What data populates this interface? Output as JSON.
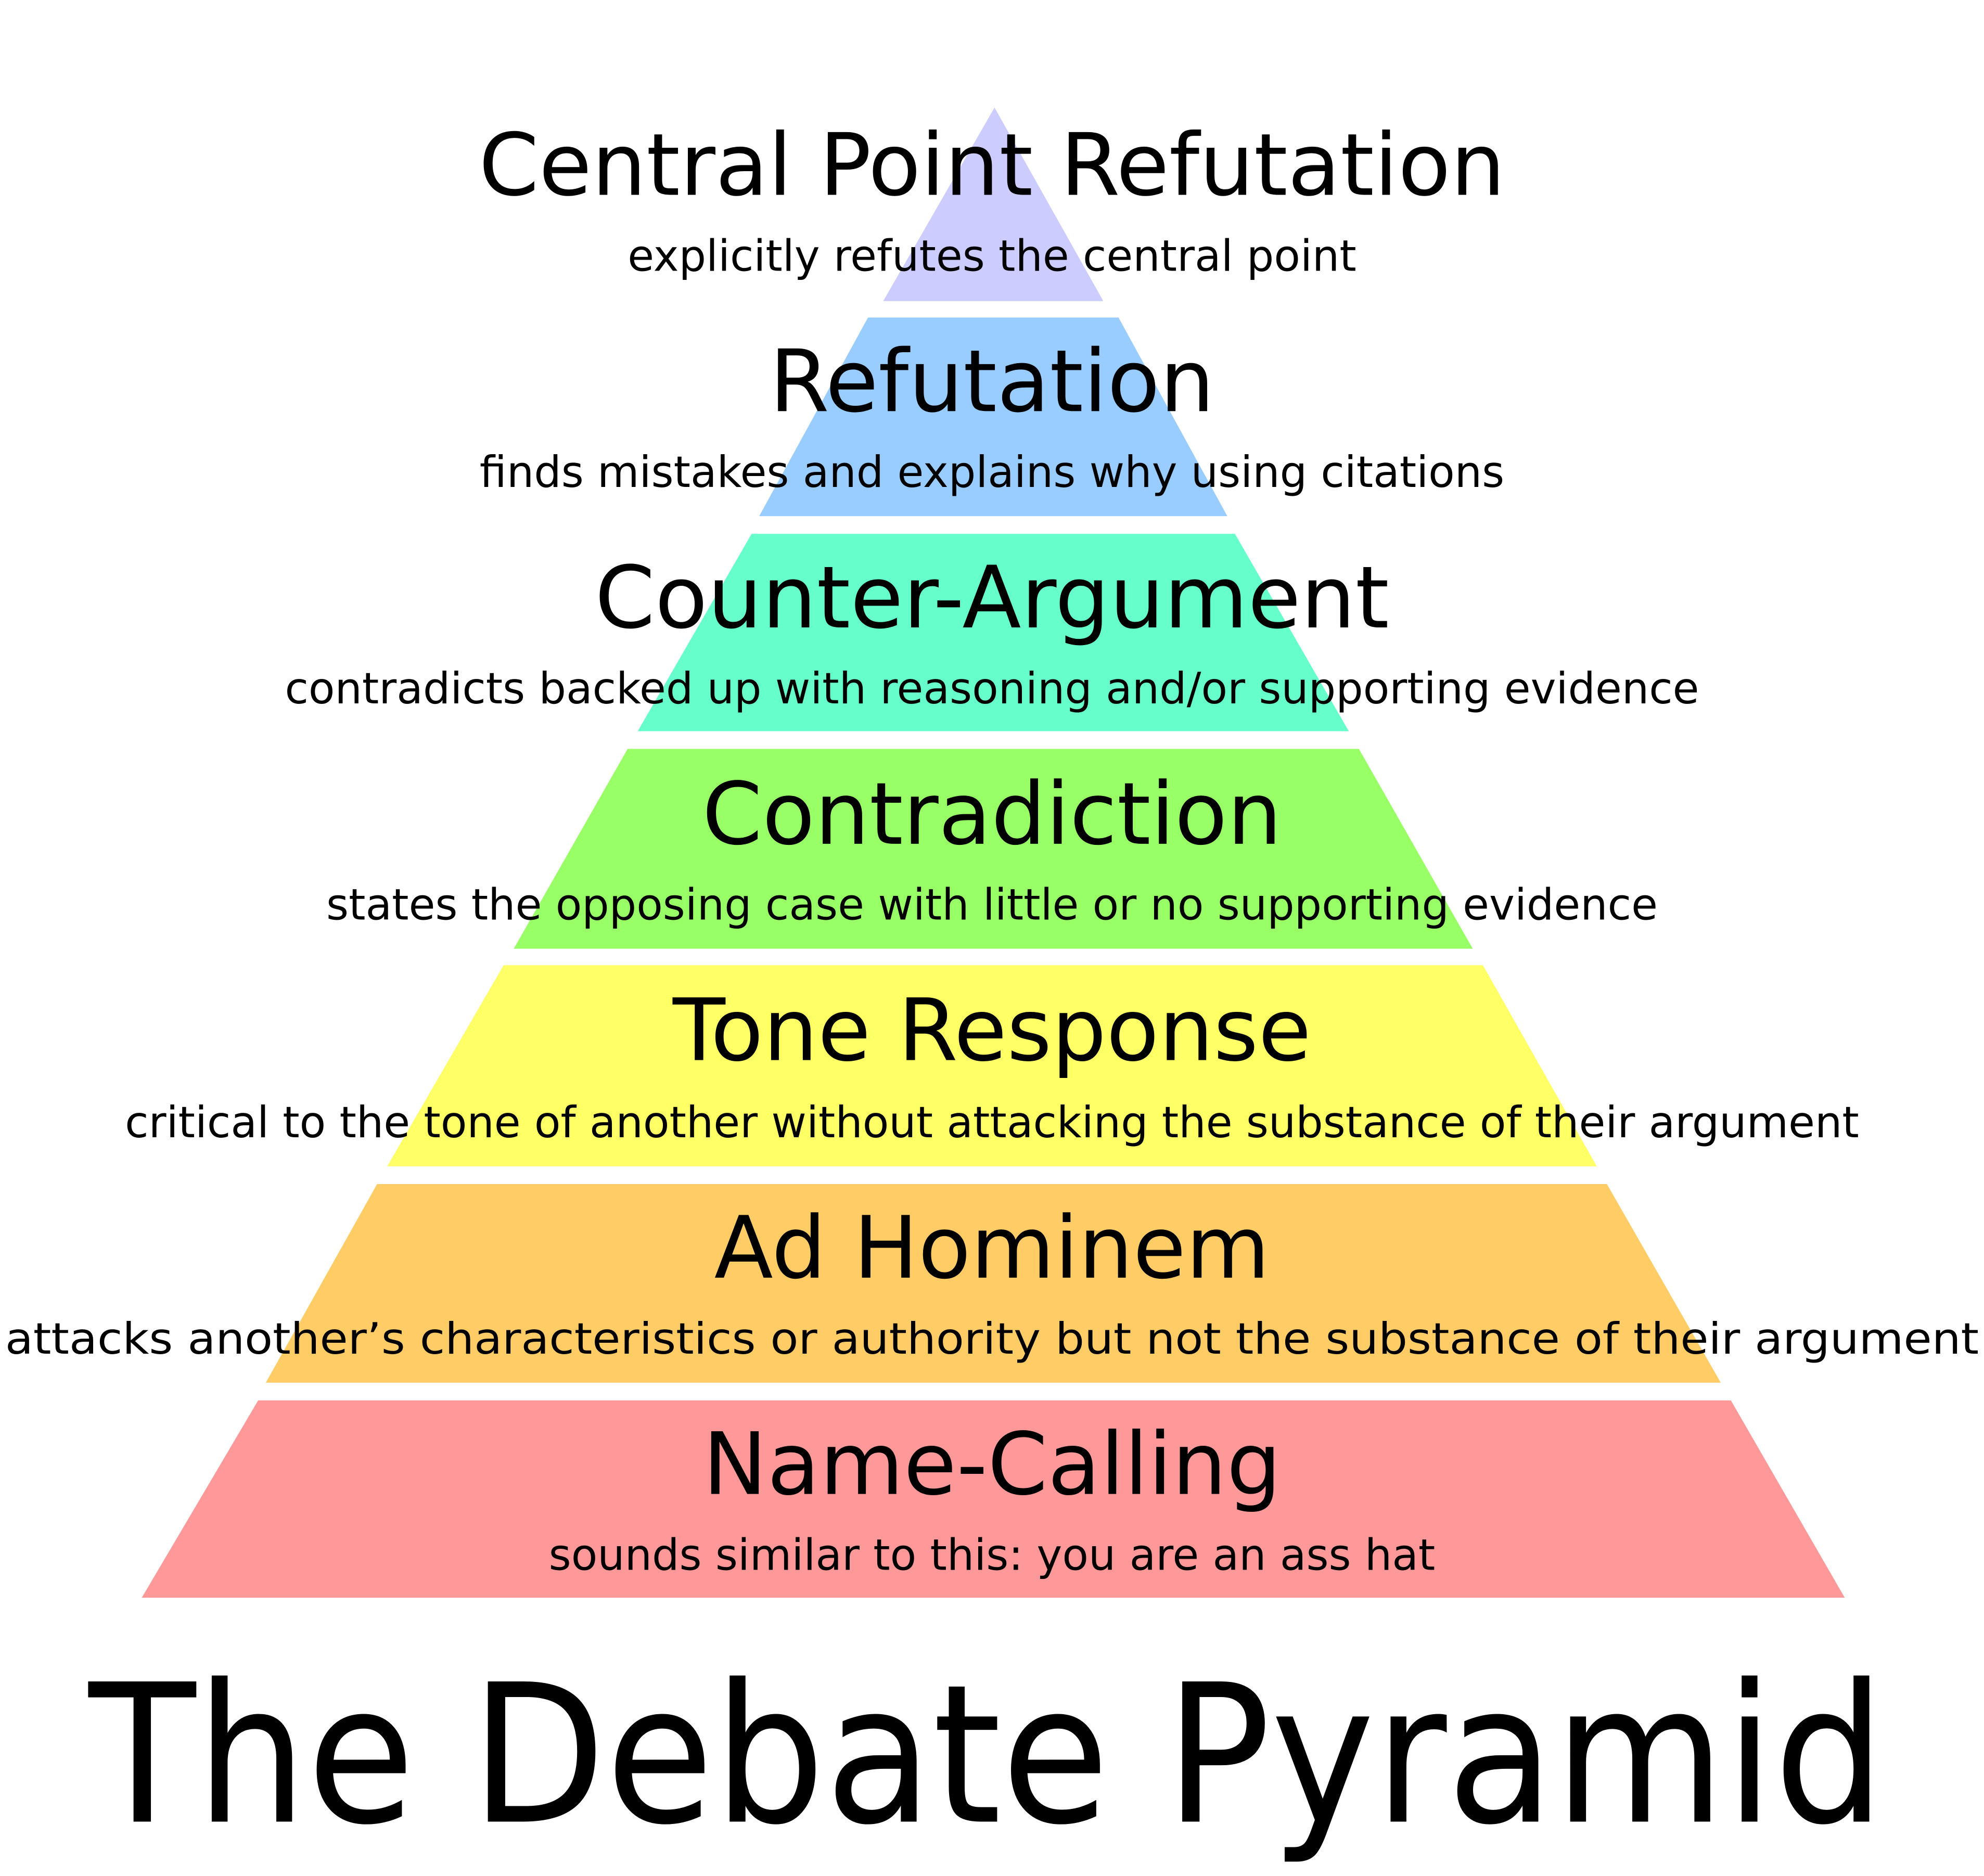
{
  "title": "The Debate Pyramid",
  "levels": [
    {
      "name": "Central Point Refutation",
      "description": "explicitly refutes the central point",
      "color": "#ccccff"
    },
    {
      "name": "Refutation",
      "description": "finds mistakes and explains why using citations",
      "color": "#99ccff"
    },
    {
      "name": "Counter-Argument",
      "description": "contradicts backed up with reasoning and/or supporting evidence",
      "color": "#66ffcc"
    },
    {
      "name": "Contradiction",
      "description": "states the opposing case with little or no supporting evidence",
      "color": "#99ff66"
    },
    {
      "name": "Tone Response",
      "description": "critical to the tone of another without attacking the substance of their argument",
      "color": "#ffff66"
    },
    {
      "name": "Ad Hominem",
      "description": "attacks another’s characteristics or authority but not the substance of their argument",
      "color": "#ffcc66"
    },
    {
      "name": "Name-Calling",
      "description": "sounds similar to this: you are an ass hat",
      "color": "#ff9999"
    }
  ]
}
